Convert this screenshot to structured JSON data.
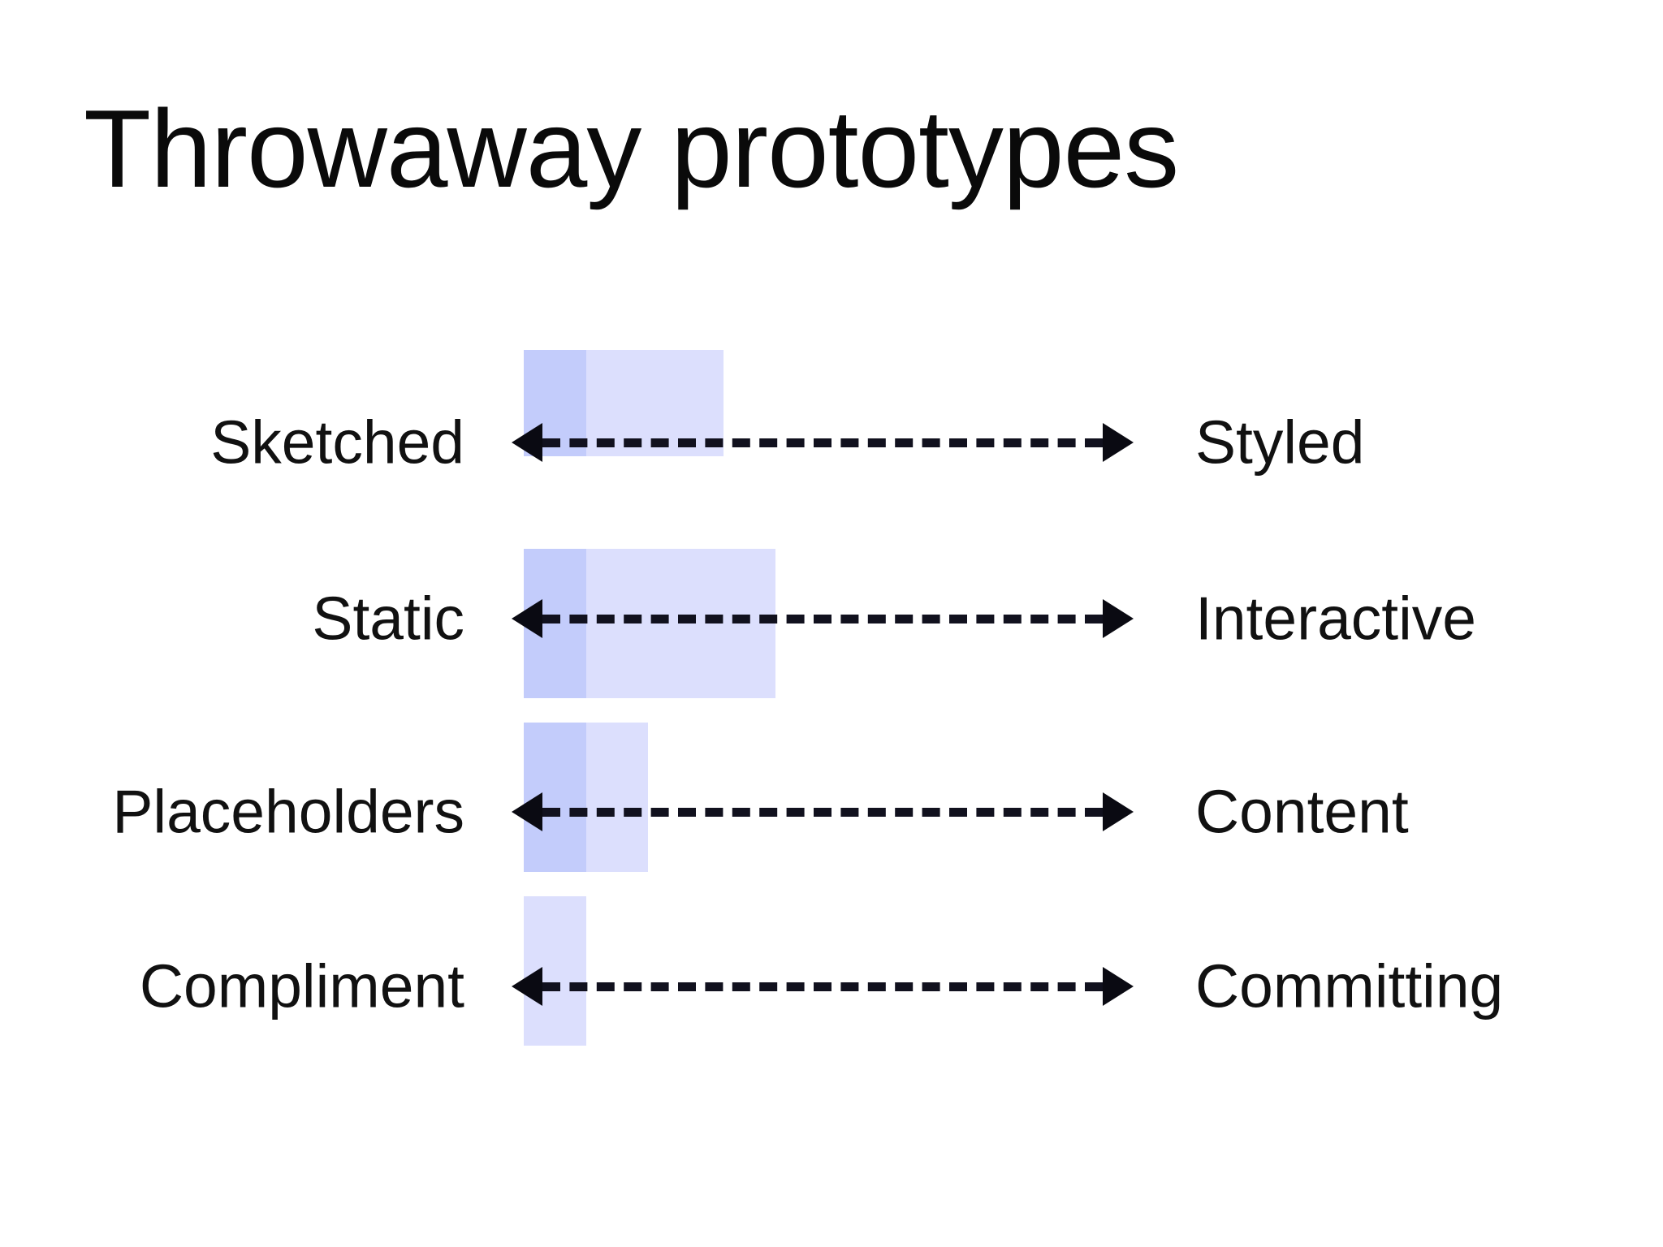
{
  "slide": {
    "title": "Throwaway prototypes",
    "background_color": "#ffffff",
    "text_color": "#111111"
  },
  "diagram": {
    "type": "spectrum-rows",
    "bar_colors": {
      "strong": "#c3ccfb",
      "soft": "#dcdffd"
    },
    "arrow_color": "#0a0a12",
    "arrow_style": "double-headed-dashed",
    "rows": [
      {
        "left_label": "Sketched",
        "right_label": "Styled",
        "bar": {
          "strong_width": 77,
          "soft_width": 169,
          "top": 431,
          "height": 131
        }
      },
      {
        "left_label": "Static",
        "right_label": "Interactive",
        "bar": {
          "strong_width": 77,
          "soft_width": 233,
          "top": 676,
          "height": 184
        }
      },
      {
        "left_label": "Placeholders",
        "right_label": "Content",
        "bar": {
          "strong_width": 77,
          "soft_width": 76,
          "top": 890,
          "height": 184
        }
      },
      {
        "left_label": "Compliment",
        "right_label": "Committing",
        "bar": {
          "strong_width": 0,
          "soft_width": 77,
          "top": 1104,
          "height": 184
        }
      }
    ]
  },
  "chart_data": {
    "type": "bar",
    "title": "Throwaway prototypes",
    "orientation": "horizontal",
    "categories": [
      "Sketched ↔ Styled",
      "Static ↔ Interactive",
      "Placeholders ↔ Content",
      "Compliment ↔ Committing"
    ],
    "series": [
      {
        "name": "strong",
        "values": [
          77,
          77,
          77,
          0
        ]
      },
      {
        "name": "soft",
        "values": [
          169,
          233,
          76,
          77
        ]
      }
    ],
    "xlabel": "",
    "ylabel": "",
    "grid": false,
    "legend": "none"
  }
}
